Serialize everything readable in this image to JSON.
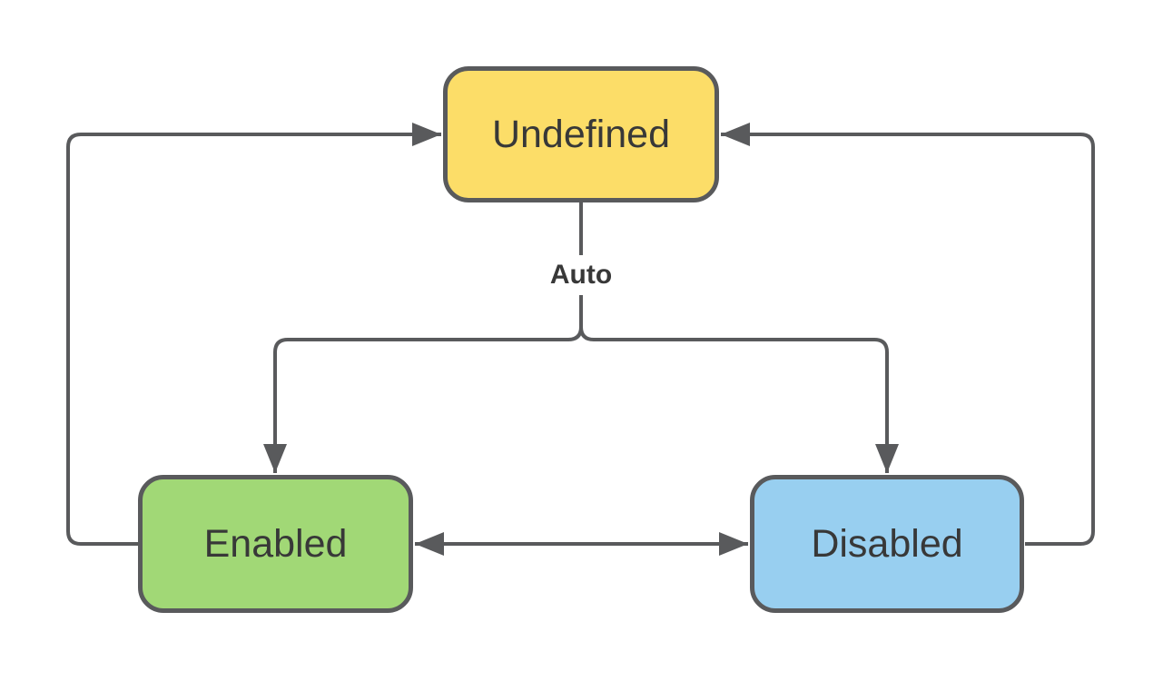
{
  "colors": {
    "background": "#ffffff",
    "line": "#595a5c",
    "text": "#383838"
  },
  "nodes": {
    "undefined": {
      "label": "Undefined",
      "fill": "#fcdd68"
    },
    "enabled": {
      "label": "Enabled",
      "fill": "#a1d876"
    },
    "disabled": {
      "label": "Disabled",
      "fill": "#98cff0"
    }
  },
  "edges": {
    "auto_branch": {
      "label": "Auto",
      "from": "Undefined",
      "to": "Enabled and Disabled",
      "type": "branching arrow"
    },
    "enabled_to_undefined": {
      "from": "Enabled",
      "to": "Undefined",
      "type": "arrow"
    },
    "disabled_to_undefined": {
      "from": "Disabled",
      "to": "Undefined",
      "type": "arrow"
    },
    "enabled_disabled": {
      "from": "Enabled",
      "to": "Disabled",
      "type": "bidirectional arrow"
    }
  }
}
